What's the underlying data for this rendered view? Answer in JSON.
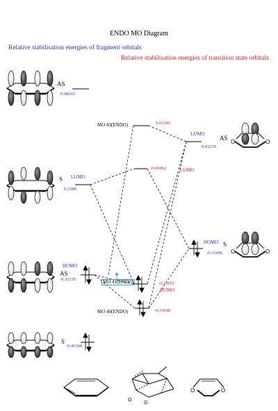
{
  "title": "ENDO MO Diagram",
  "legend": {
    "fragment": "Relative stabilisation energies of fragment orbitals",
    "ts": "Relative stabilisation energies of transition state orbitals"
  },
  "fragment_left": {
    "as_top": {
      "sym": "AS",
      "energy": "0.08243"
    },
    "s_lumo": {
      "sym": "S",
      "tag": "LUMO",
      "energy": "0.2288"
    },
    "as_homo": {
      "sym": "AS",
      "tag": "HOMO",
      "energy": "-0.32135"
    },
    "s_bottom": {
      "sym": "S",
      "energy": "-0.41268"
    }
  },
  "ts_orbitals": {
    "mo43": {
      "name": "MO 43(ENDO)",
      "energy": "0.01545"
    },
    "mo42": {
      "energy": "-0.00462",
      "tag": "LUMO"
    },
    "mo41": {
      "name": "MO 41(ENDO)",
      "energy": "-0.19051",
      "tag": "HOMO"
    },
    "mo40": {
      "name": "MO 40(ENDO)",
      "energy": "-0.19648"
    }
  },
  "fragment_right": {
    "as_lumo": {
      "sym": "AS",
      "tag": "LUMO",
      "energy": "0.03219"
    },
    "s_homo": {
      "sym": "S",
      "tag": "HOMO",
      "energy": "-0.31696"
    }
  },
  "colors": {
    "blue": "#2b34a8",
    "red": "#d6201f",
    "select": "#4aa3df"
  }
}
